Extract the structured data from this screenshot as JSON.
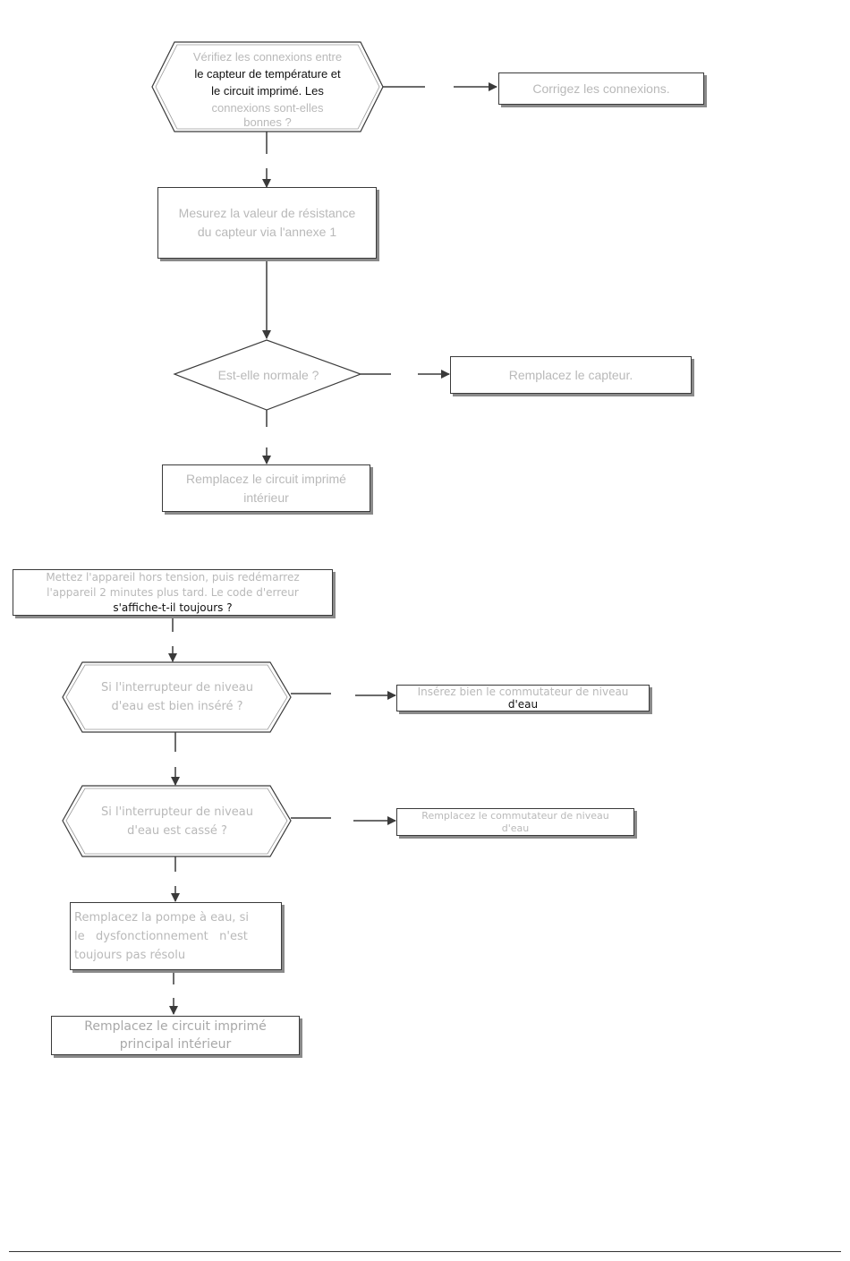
{
  "flowchart_1": {
    "n1": {
      "line1": "Vérifiez les connexions entre",
      "line2": "le capteur de  température  et",
      "line3": "le circuit imprimé. Les",
      "line4": "connexions sont-elles",
      "line5": "bonnes ?"
    },
    "n2": "Corrigez les connexions.",
    "n3": {
      "line1": "Mesurez la valeur de résistance",
      "line2": "du capteur via l'annexe 1"
    },
    "n4": "Est-elle normale ?",
    "n5": "Remplacez le capteur.",
    "n6": {
      "line1": "Remplacez le circuit imprimé",
      "line2": "intérieur"
    }
  },
  "flowchart_2": {
    "m1": {
      "line1": "Mettez l'appareil hors tension, puis redémarrez",
      "line2": "l'appareil 2 minutes plus tard. Le code d'erreur",
      "line3": "s'affiche-t-il toujours ?"
    },
    "m2": {
      "line1": "Si l'interrupteur de niveau",
      "line2": "d'eau est bien inséré ?"
    },
    "m3": {
      "line1": "Insérez bien le commutateur de niveau",
      "line2": "d'eau"
    },
    "m4": {
      "line1": "Si l'interrupteur de niveau",
      "line2": "d'eau est cassé ?"
    },
    "m5": {
      "line1": "Remplacez le commutateur de niveau",
      "line2": "d'eau"
    },
    "m6": {
      "line1": "Remplacez la pompe à eau, si",
      "line2": "le   dysfonctionnement   n'est",
      "line3": "toujours pas résolu"
    },
    "m7": {
      "line1": "Remplacez le circuit imprimé",
      "line2": "principal intérieur"
    }
  }
}
